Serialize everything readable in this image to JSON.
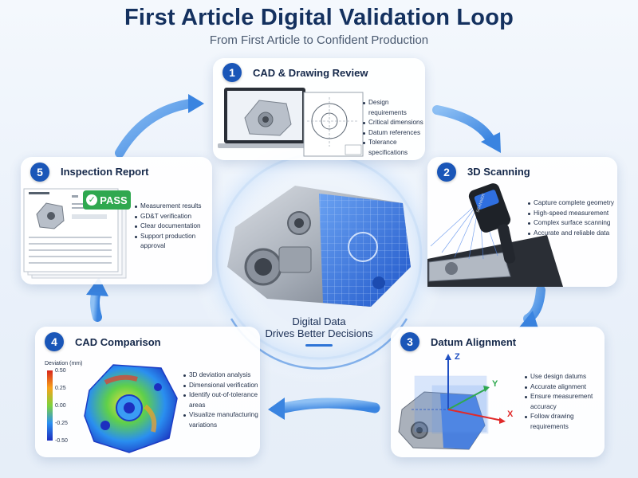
{
  "header": {
    "title": "First Article Digital Validation Loop",
    "subtitle": "From First Article to Confident Production"
  },
  "center": {
    "line1": "Digital Data",
    "line2": "Drives Better Decisions"
  },
  "steps": [
    {
      "number": "1",
      "title": "CAD & Drawing Review",
      "bullets": [
        "Design requirements",
        "Critical dimensions",
        "Datum references",
        "Tolerance specifications"
      ]
    },
    {
      "number": "2",
      "title": "3D Scanning",
      "bullets": [
        "Capture complete geometry",
        "High-speed measurement",
        "Complex surface scanning",
        "Accurate and reliable data"
      ],
      "scanner_label": "SCANNER"
    },
    {
      "number": "3",
      "title": "Datum Alignment",
      "bullets": [
        "Use design datums",
        "Accurate alignment",
        "Ensure measurement accuracy",
        "Follow drawing requirements"
      ],
      "axes": {
        "z": "Z",
        "y": "Y",
        "x": "X"
      }
    },
    {
      "number": "4",
      "title": "CAD Comparison",
      "bullets": [
        "3D deviation analysis",
        "Dimensional verification",
        "Identify out-of-tolerance areas",
        "Visualize manufacturing variations"
      ],
      "legend": {
        "title": "Deviation (mm)",
        "ticks": [
          "0.50",
          "0.25",
          "0.00",
          "-0.25",
          "-0.50"
        ]
      }
    },
    {
      "number": "5",
      "title": "Inspection Report",
      "bullets": [
        "Measurement results",
        "GD&T verification",
        "Clear documentation",
        "Support production approval"
      ],
      "pass_label": "PASS"
    }
  ],
  "colors": {
    "accent": "#1a56b8",
    "arrow": "#5a9ce8",
    "scan_blue": "#2f6fe0",
    "pass_green": "#2fa84f"
  }
}
